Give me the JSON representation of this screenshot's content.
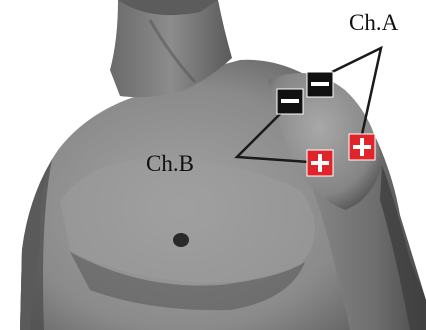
{
  "channels": [
    {
      "id": "A",
      "label": "Ch.A",
      "electrodes": [
        "negative",
        "positive"
      ]
    },
    {
      "id": "B",
      "label": "Ch.B",
      "electrodes": [
        "negative",
        "positive"
      ]
    }
  ],
  "electrode_types": {
    "negative": {
      "symbol": "minus",
      "color": "#111111"
    },
    "positive": {
      "symbol": "plus",
      "color": "#e0242a"
    }
  },
  "colors": {
    "lead_line": "#1a1a1a",
    "skin_light": "#9a9a9a",
    "skin_dark": "#3e3e3e",
    "background": "#ffffff"
  }
}
